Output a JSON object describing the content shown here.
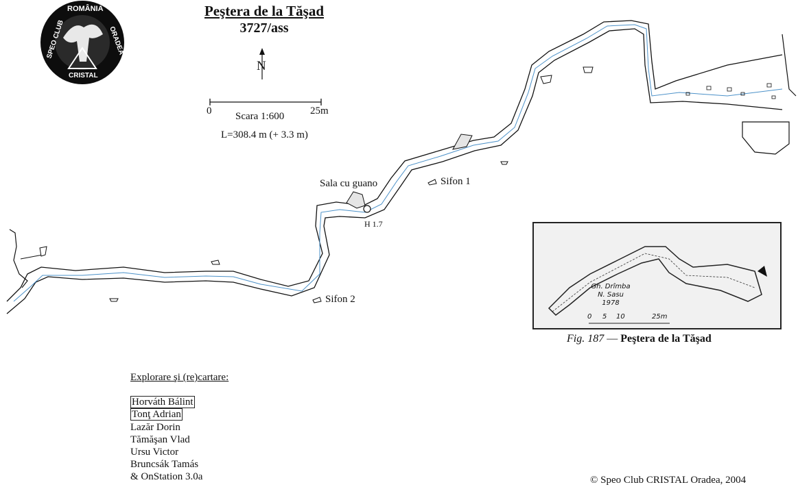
{
  "title": {
    "name": "Peştera de la Tăşad",
    "code": "3727/ass"
  },
  "north_label": "N",
  "scale": {
    "start": "0",
    "end": "25m",
    "label": "Scara 1:600",
    "length": "L=308.4 m (+ 3.3 m)"
  },
  "map_labels": {
    "sala": "Sala cu guano",
    "h": "H 1.7",
    "sifon1": "Sifon 1",
    "sifon2": "Sifon 2"
  },
  "logo": {
    "top": "ROMÂNIA",
    "left": "SPEO CLUB",
    "right": "ORADEA",
    "bottom": "CRISTAL"
  },
  "exploration": {
    "heading": "Explorare şi (re)cartare:",
    "names": [
      "Horváth Bálint",
      "Tonţ Adrian",
      "Lazăr Dorin",
      "Tămăşan Vlad",
      "Ursu Victor",
      "Bruncsák Tamás",
      "& OnStation 3.0a"
    ]
  },
  "copyright": "© Speo Club CRISTAL Oradea, 2004",
  "inset": {
    "authors": [
      "Gh. Drîmba",
      "N. Sasu",
      "1978"
    ],
    "scale_ticks": [
      "0",
      "5",
      "10",
      "25m"
    ],
    "caption_fig": "Fig. 187",
    "caption_dash": "—",
    "caption_place": "Peştera de la Tăşad"
  },
  "colors": {
    "stream": "#4a90c8",
    "walls": "#111111",
    "inset_bg": "#f1f1f1"
  }
}
